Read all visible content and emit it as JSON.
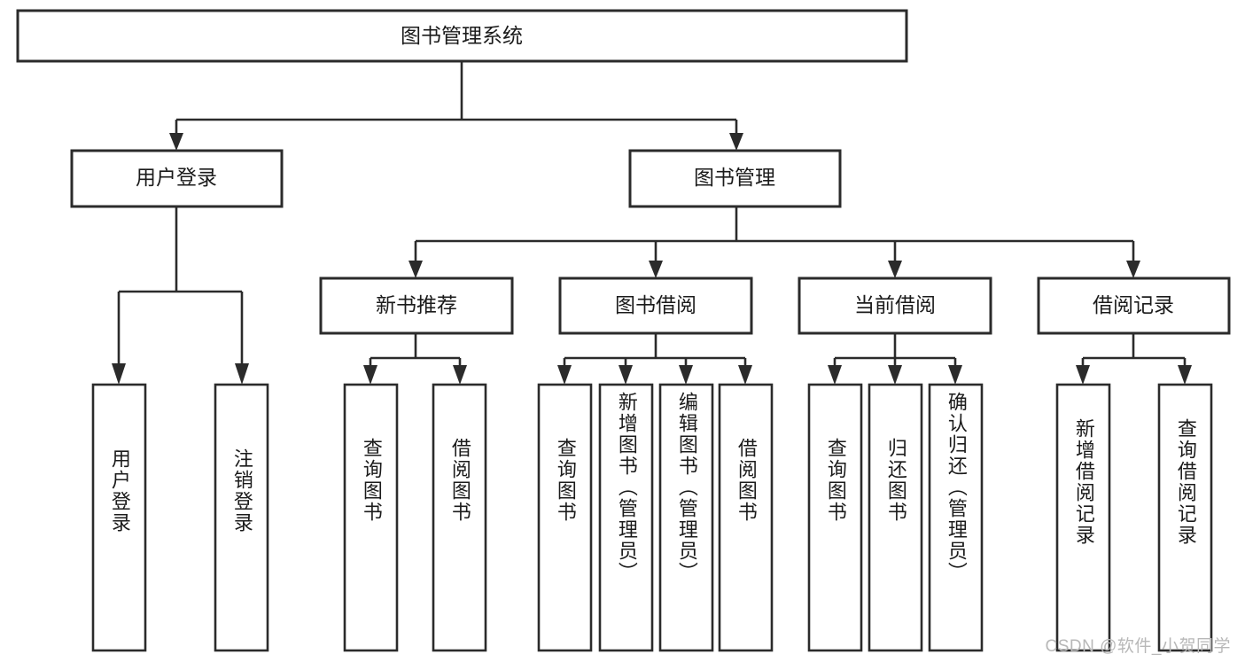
{
  "diagram": {
    "title_node": {
      "label": "图书管理系统"
    },
    "level1": [
      {
        "id": "user-login",
        "label": "用户登录"
      },
      {
        "id": "book-management",
        "label": "图书管理"
      }
    ],
    "level2": [
      {
        "id": "new-book-recommend",
        "label": "新书推荐",
        "parent": "book-management"
      },
      {
        "id": "book-borrow",
        "label": "图书借阅",
        "parent": "book-management"
      },
      {
        "id": "current-borrow",
        "label": "当前借阅",
        "parent": "book-management"
      },
      {
        "id": "borrow-record",
        "label": "借阅记录",
        "parent": "book-management"
      }
    ],
    "leaves": [
      {
        "id": "leaf-user-login",
        "label": "用户登录",
        "parent": "user-login"
      },
      {
        "id": "leaf-user-logout",
        "label": "注销登录",
        "parent": "user-login"
      },
      {
        "id": "leaf-query-book-1",
        "label": "查询图书",
        "parent": "new-book-recommend"
      },
      {
        "id": "leaf-borrow-book-1",
        "label": "借阅图书",
        "parent": "new-book-recommend"
      },
      {
        "id": "leaf-query-book-2",
        "label": "查询图书",
        "parent": "book-borrow"
      },
      {
        "id": "leaf-add-book",
        "label": "新增图书（管理员）",
        "parent": "book-borrow"
      },
      {
        "id": "leaf-edit-book",
        "label": "编辑图书（管理员）",
        "parent": "book-borrow"
      },
      {
        "id": "leaf-borrow-book-2",
        "label": "借阅图书",
        "parent": "book-borrow"
      },
      {
        "id": "leaf-query-book-3",
        "label": "查询图书",
        "parent": "current-borrow"
      },
      {
        "id": "leaf-return-book",
        "label": "归还图书",
        "parent": "current-borrow"
      },
      {
        "id": "leaf-confirm-return",
        "label": "确认归还（管理员）",
        "parent": "current-borrow"
      },
      {
        "id": "leaf-add-record",
        "label": "新增借阅记录",
        "parent": "borrow-record"
      },
      {
        "id": "leaf-query-record",
        "label": "查询借阅记录",
        "parent": "borrow-record"
      }
    ],
    "colors": {
      "stroke": "#2b2b2b",
      "fill": "#ffffff",
      "text": "#1b1b1b",
      "watermark": "#b8b8b8"
    }
  },
  "watermark": {
    "text": "CSDN @软件_小贺同学"
  }
}
